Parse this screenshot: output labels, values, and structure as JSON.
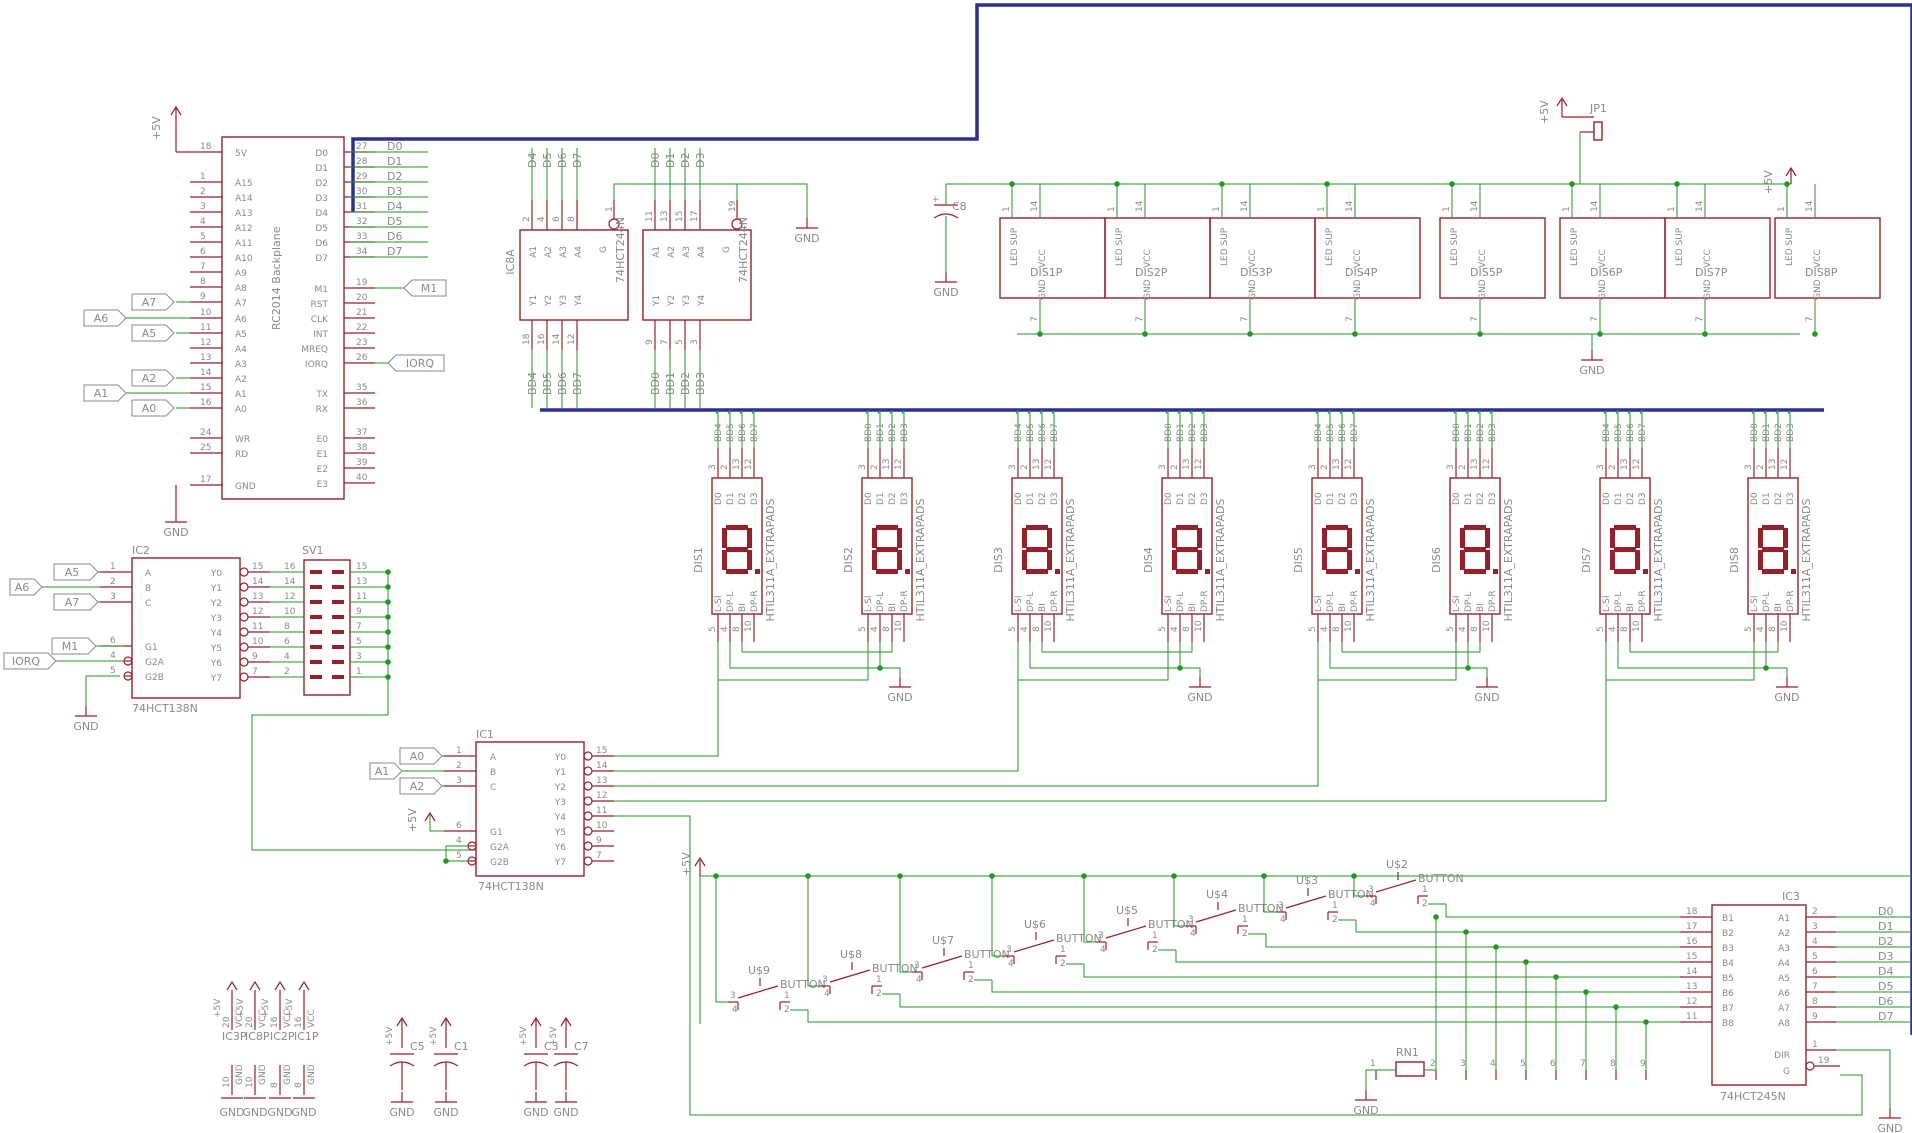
{
  "backplane": {
    "name": "RC2014 Backplane",
    "left_pins": [
      {
        "num": "18",
        "name": "5V"
      },
      {
        "num": "1",
        "name": "A15"
      },
      {
        "num": "2",
        "name": "A14"
      },
      {
        "num": "3",
        "name": "A13"
      },
      {
        "num": "4",
        "name": "A12"
      },
      {
        "num": "5",
        "name": "A11"
      },
      {
        "num": "6",
        "name": "A10"
      },
      {
        "num": "7",
        "name": "A9"
      },
      {
        "num": "8",
        "name": "A8"
      },
      {
        "num": "9",
        "name": "A7"
      },
      {
        "num": "10",
        "name": "A6"
      },
      {
        "num": "11",
        "name": "A5"
      },
      {
        "num": "12",
        "name": "A4"
      },
      {
        "num": "13",
        "name": "A3"
      },
      {
        "num": "14",
        "name": "A2"
      },
      {
        "num": "15",
        "name": "A1"
      },
      {
        "num": "16",
        "name": "A0"
      },
      {
        "num": "24",
        "name": "WR"
      },
      {
        "num": "25",
        "name": "RD"
      },
      {
        "num": "17",
        "name": "GND"
      }
    ],
    "right_pins": [
      {
        "num": "27",
        "name": "D0"
      },
      {
        "num": "28",
        "name": "D1"
      },
      {
        "num": "29",
        "name": "D2"
      },
      {
        "num": "30",
        "name": "D3"
      },
      {
        "num": "31",
        "name": "D4"
      },
      {
        "num": "32",
        "name": "D5"
      },
      {
        "num": "33",
        "name": "D6"
      },
      {
        "num": "34",
        "name": "D7"
      },
      {
        "num": "19",
        "name": "M1"
      },
      {
        "num": "20",
        "name": "RST"
      },
      {
        "num": "21",
        "name": "CLK"
      },
      {
        "num": "22",
        "name": "INT"
      },
      {
        "num": "23",
        "name": "MREQ"
      },
      {
        "num": "26",
        "name": "IORQ"
      },
      {
        "num": "35",
        "name": "TX"
      },
      {
        "num": "36",
        "name": "RX"
      },
      {
        "num": "37",
        "name": "E0"
      },
      {
        "num": "38",
        "name": "E1"
      },
      {
        "num": "39",
        "name": "E2"
      },
      {
        "num": "40",
        "name": "E3"
      }
    ],
    "data_nets": [
      "D0",
      "D1",
      "D2",
      "D3",
      "D4",
      "D5",
      "D6",
      "D7"
    ]
  },
  "net_flags": {
    "bp_a7": "A7",
    "bp_a6": "A6",
    "bp_a5": "A5",
    "bp_a2": "A2",
    "bp_a1": "A1",
    "bp_a0": "A0",
    "bp_m1": "M1",
    "bp_iorq": "IORQ",
    "ic2_a5": "A5",
    "ic2_a6": "A6",
    "ic2_a7": "A7",
    "ic2_m1": "M1",
    "ic2_iorq": "IORQ",
    "ic1_a0": "A0",
    "ic1_a1": "A1",
    "ic1_a2": "A2"
  },
  "labels": {
    "plus5v": "+5V",
    "gnd": "GND",
    "jp1": "JP1",
    "c8": "C8",
    "ic8a": "IC8A",
    "ic8a_part": "74HCT244N",
    "ic8b_part": "74HCT244N",
    "ic2": "IC2",
    "ic2_part": "74HCT138N",
    "sv1": "SV1",
    "ic1": "IC1",
    "ic1_part": "74HCT138N",
    "ic3": "IC3",
    "ic3_part": "74HCT245N",
    "rn1": "RN1",
    "button": "BUTTON",
    "sup_names": [
      "IC3P",
      "IC8P",
      "IC2P",
      "IC1P"
    ],
    "caps": [
      "C5",
      "C1",
      "C3",
      "C7"
    ],
    "disp_part": "HTIL311A_EXTRAPADS"
  },
  "ic8a": {
    "top_pins": [
      {
        "num": "2",
        "name": "A1"
      },
      {
        "num": "4",
        "name": "A2"
      },
      {
        "num": "6",
        "name": "A3"
      },
      {
        "num": "8",
        "name": "A4"
      }
    ],
    "bottom_pins": [
      {
        "num": "18",
        "name": "Y1"
      },
      {
        "num": "16",
        "name": "Y2"
      },
      {
        "num": "14",
        "name": "Y3"
      },
      {
        "num": "12",
        "name": "Y4"
      }
    ],
    "in_nets": [
      "D4",
      "D5",
      "D6",
      "D7"
    ],
    "out_nets": [
      "BD4",
      "BD5",
      "BD6",
      "BD7"
    ],
    "gate": "G",
    "gate_pin": "1"
  },
  "ic8b": {
    "top_pins": [
      {
        "num": "11",
        "name": "A1"
      },
      {
        "num": "13",
        "name": "A2"
      },
      {
        "num": "15",
        "name": "A3"
      },
      {
        "num": "17",
        "name": "A4"
      }
    ],
    "bottom_pins": [
      {
        "num": "9",
        "name": "Y1"
      },
      {
        "num": "7",
        "name": "Y2"
      },
      {
        "num": "5",
        "name": "Y3"
      },
      {
        "num": "3",
        "name": "Y4"
      }
    ],
    "in_nets": [
      "D0",
      "D1",
      "D2",
      "D3"
    ],
    "out_nets": [
      "BD0",
      "BD1",
      "BD2",
      "BD3"
    ],
    "gate": "G",
    "gate_pin": "19"
  },
  "ic2": {
    "in_pins": [
      {
        "num": "1",
        "name": "A"
      },
      {
        "num": "2",
        "name": "B"
      },
      {
        "num": "3",
        "name": "C"
      },
      {
        "num": "6",
        "name": "G1"
      },
      {
        "num": "4",
        "name": "G2A"
      },
      {
        "num": "5",
        "name": "G2B"
      }
    ],
    "out_pins": [
      {
        "num": "15",
        "name": "Y0"
      },
      {
        "num": "14",
        "name": "Y1"
      },
      {
        "num": "13",
        "name": "Y2"
      },
      {
        "num": "12",
        "name": "Y3"
      },
      {
        "num": "11",
        "name": "Y4"
      },
      {
        "num": "10",
        "name": "Y5"
      },
      {
        "num": "9",
        "name": "Y6"
      },
      {
        "num": "7",
        "name": "Y7"
      }
    ]
  },
  "sv1": {
    "left": [
      "16",
      "14",
      "12",
      "10",
      "8",
      "6",
      "4",
      "2"
    ],
    "right": [
      "15",
      "13",
      "11",
      "9",
      "7",
      "5",
      "3",
      "1"
    ]
  },
  "ic1": {
    "in_pins": [
      {
        "num": "1",
        "name": "A"
      },
      {
        "num": "2",
        "name": "B"
      },
      {
        "num": "3",
        "name": "C"
      },
      {
        "num": "6",
        "name": "G1"
      },
      {
        "num": "4",
        "name": "G2A"
      },
      {
        "num": "5",
        "name": "G2B"
      }
    ],
    "out_pins": [
      {
        "num": "15",
        "name": "Y0"
      },
      {
        "num": "14",
        "name": "Y1"
      },
      {
        "num": "13",
        "name": "Y2"
      },
      {
        "num": "12",
        "name": "Y3"
      },
      {
        "num": "11",
        "name": "Y4"
      },
      {
        "num": "10",
        "name": "Y5"
      },
      {
        "num": "9",
        "name": "Y6"
      },
      {
        "num": "7",
        "name": "Y7"
      }
    ]
  },
  "displays": [
    {
      "name": "DIS1",
      "nets": [
        "BD4",
        "BD5",
        "BD6",
        "BD7"
      ]
    },
    {
      "name": "DIS2",
      "nets": [
        "BD0",
        "BD1",
        "BD2",
        "BD3"
      ]
    },
    {
      "name": "DIS3",
      "nets": [
        "BD4",
        "BD5",
        "BD6",
        "BD7"
      ]
    },
    {
      "name": "DIS4",
      "nets": [
        "BD0",
        "BD1",
        "BD2",
        "BD3"
      ]
    },
    {
      "name": "DIS5",
      "nets": [
        "BD4",
        "BD5",
        "BD6",
        "BD7"
      ]
    },
    {
      "name": "DIS6",
      "nets": [
        "BD0",
        "BD1",
        "BD2",
        "BD3"
      ]
    },
    {
      "name": "DIS7",
      "nets": [
        "BD4",
        "BD5",
        "BD6",
        "BD7"
      ]
    },
    {
      "name": "DIS8",
      "nets": [
        "BD0",
        "BD1",
        "BD2",
        "BD3"
      ]
    }
  ],
  "disp_pins": {
    "top_nums": [
      "3",
      "2",
      "13",
      "12"
    ],
    "top_names": [
      "D0",
      "D1",
      "D2",
      "D3"
    ],
    "bot_nums": [
      "5",
      "4",
      "8",
      "10"
    ],
    "bot_names": [
      "L-SI",
      "DP-L",
      "BI",
      "DP-R"
    ]
  },
  "disp_power": {
    "names": [
      "DIS1P",
      "DIS2P",
      "DIS3P",
      "DIS4P",
      "DIS5P",
      "DIS6P",
      "DIS7P",
      "DIS8P"
    ],
    "pin_labels": {
      "led_sup": "LED SUP",
      "vcc": "VCC",
      "gnd": "GND"
    },
    "pin_nums": {
      "led_sup": "1",
      "vcc": "14",
      "gnd": "7"
    }
  },
  "buttons": [
    "U$9",
    "U$8",
    "U$7",
    "U$6",
    "U$5",
    "U$4",
    "U$3",
    "U$2"
  ],
  "button_pins": [
    "1",
    "2",
    "3",
    "4"
  ],
  "ic3": {
    "left_pins": [
      {
        "num": "18",
        "name": "B1"
      },
      {
        "num": "17",
        "name": "B2"
      },
      {
        "num": "16",
        "name": "B3"
      },
      {
        "num": "15",
        "name": "B4"
      },
      {
        "num": "14",
        "name": "B5"
      },
      {
        "num": "13",
        "name": "B6"
      },
      {
        "num": "12",
        "name": "B7"
      },
      {
        "num": "11",
        "name": "B8"
      }
    ],
    "right_pins": [
      {
        "num": "2",
        "name": "A1"
      },
      {
        "num": "3",
        "name": "A2"
      },
      {
        "num": "4",
        "name": "A3"
      },
      {
        "num": "5",
        "name": "A4"
      },
      {
        "num": "6",
        "name": "A5"
      },
      {
        "num": "7",
        "name": "A6"
      },
      {
        "num": "8",
        "name": "A7"
      },
      {
        "num": "9",
        "name": "A8"
      }
    ],
    "dir": {
      "num": "1",
      "name": "DIR"
    },
    "g": {
      "num": "19",
      "name": "G"
    },
    "data_nets": [
      "D0",
      "D1",
      "D2",
      "D3",
      "D4",
      "D5",
      "D6",
      "D7"
    ]
  },
  "rn1_pins": [
    "1",
    "2",
    "3",
    "4",
    "5",
    "6",
    "7",
    "8",
    "9"
  ],
  "supply_pins": [
    {
      "top": "20",
      "vcc": "VCC",
      "bot": "10",
      "gnd": "GND"
    },
    {
      "top": "20",
      "vcc": "VCC",
      "bot": "10",
      "gnd": "GND"
    },
    {
      "top": "16",
      "vcc": "VCC",
      "bot": "8",
      "gnd": "GND"
    },
    {
      "top": "16",
      "vcc": "VCC",
      "bot": "8",
      "gnd": "GND"
    }
  ]
}
